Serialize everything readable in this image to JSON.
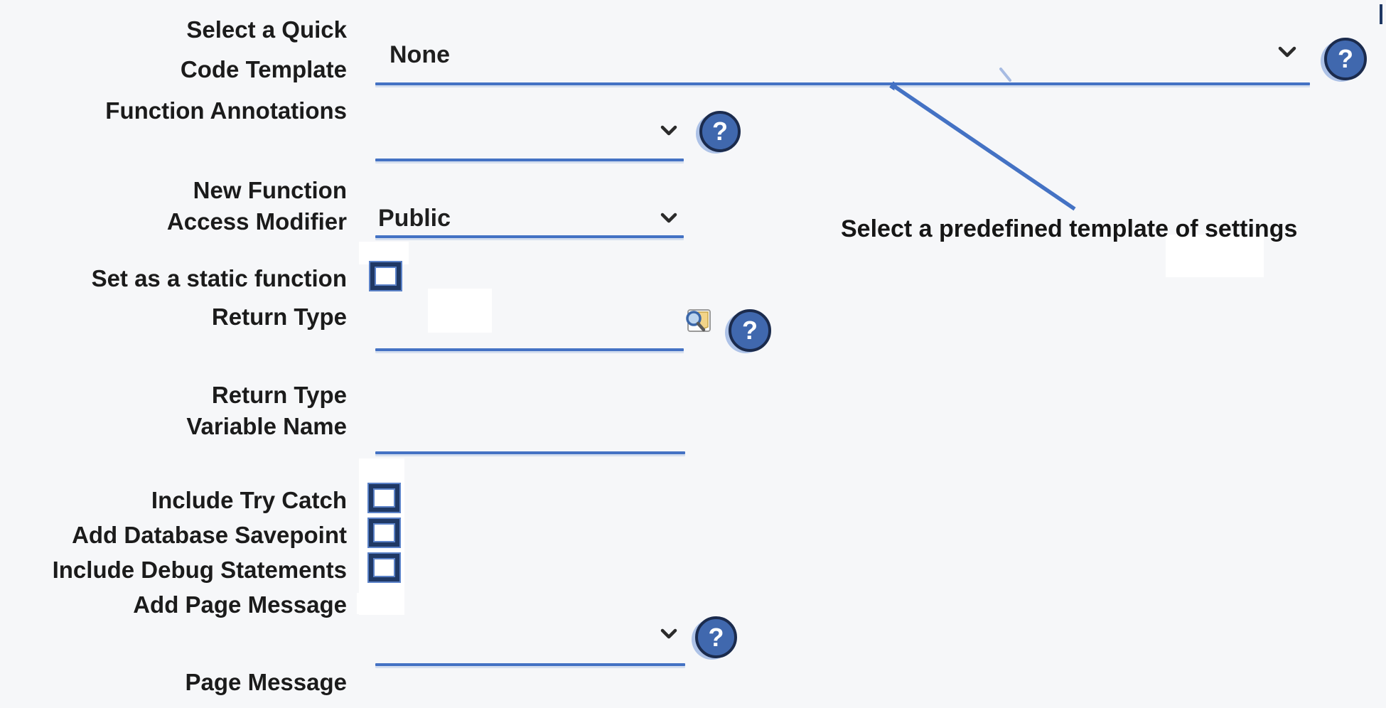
{
  "colors": {
    "background": "#f6f7f9",
    "accent_blue": "#4472c4",
    "navy": "#1f3864",
    "help_fill": "#4068ae",
    "text": "#1b1b1b"
  },
  "icons": {
    "help_glyph": "?",
    "chevron": "chevron-down",
    "lookup": "magnifier-document"
  },
  "form": {
    "quick_code_template": {
      "label_line1": "Select a Quick",
      "label_line2": "Code Template",
      "type": "dropdown",
      "value": "None",
      "has_help": true
    },
    "function_annotations": {
      "label": "Function Annotations",
      "type": "dropdown",
      "value": "",
      "has_help": true
    },
    "access_modifier": {
      "label_line1": "New Function",
      "label_line2": "Access Modifier",
      "type": "dropdown",
      "value": "Public",
      "has_help": false
    },
    "static_function": {
      "label": "Set as a static function",
      "type": "checkbox",
      "checked": false
    },
    "return_type": {
      "label": "Return Type",
      "type": "lookup-text",
      "value": "",
      "has_help": true
    },
    "return_type_variable_name": {
      "label_line1": "Return Type",
      "label_line2": "Variable Name",
      "type": "text",
      "value": ""
    },
    "include_try_catch": {
      "label": "Include Try Catch",
      "type": "checkbox",
      "checked": false
    },
    "add_database_savepoint": {
      "label": "Add Database Savepoint",
      "type": "checkbox",
      "checked": false
    },
    "include_debug_statements": {
      "label": "Include Debug Statements",
      "type": "checkbox",
      "checked": false
    },
    "add_page_message": {
      "label": "Add Page Message",
      "type": "dropdown",
      "value": "",
      "has_help": true
    },
    "page_message": {
      "label": "Page Message",
      "type": "text"
    }
  },
  "annotation": {
    "text": "Select a predefined template of settings"
  }
}
